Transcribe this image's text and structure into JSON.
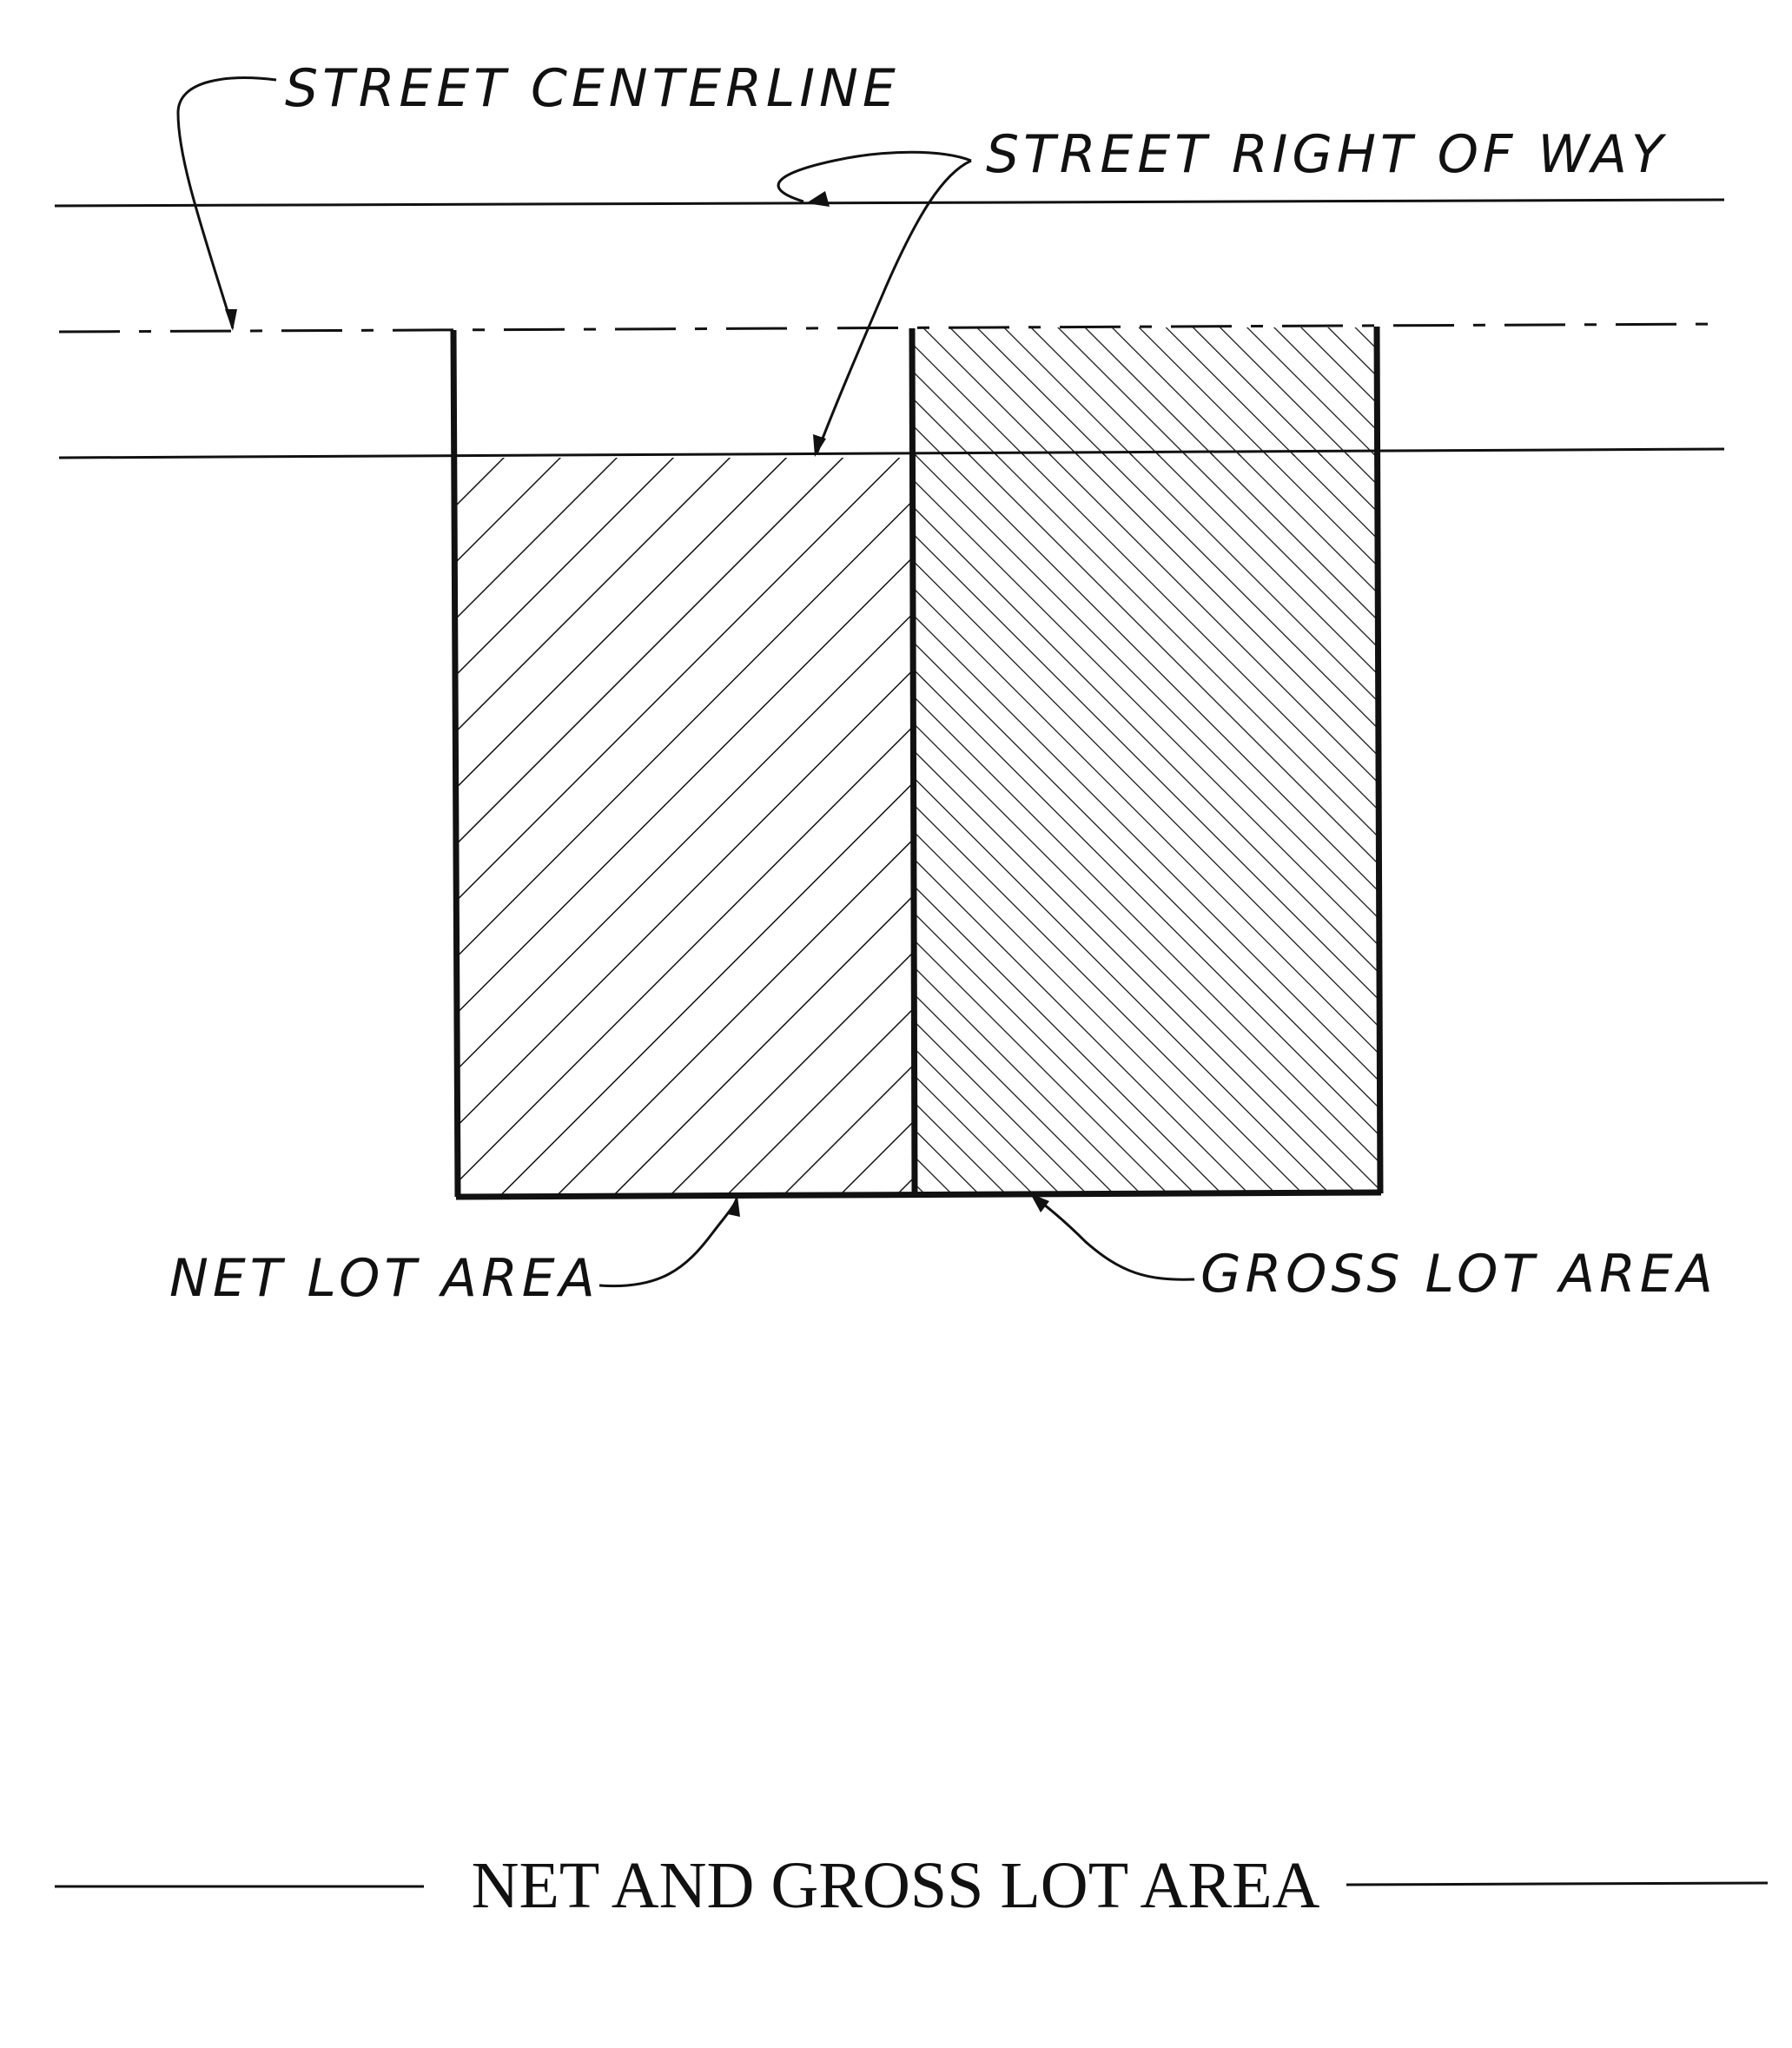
{
  "labels": {
    "street_centerline": "STREET CENTERLINE",
    "street_right_of_way": "STREET RIGHT OF WAY",
    "net_lot_area": "NET LOT AREA",
    "gross_lot_area": "GROSS LOT AREA"
  },
  "caption": "NET AND GROSS LOT AREA",
  "colors": {
    "ink": "#111111",
    "paper": "#ffffff"
  }
}
